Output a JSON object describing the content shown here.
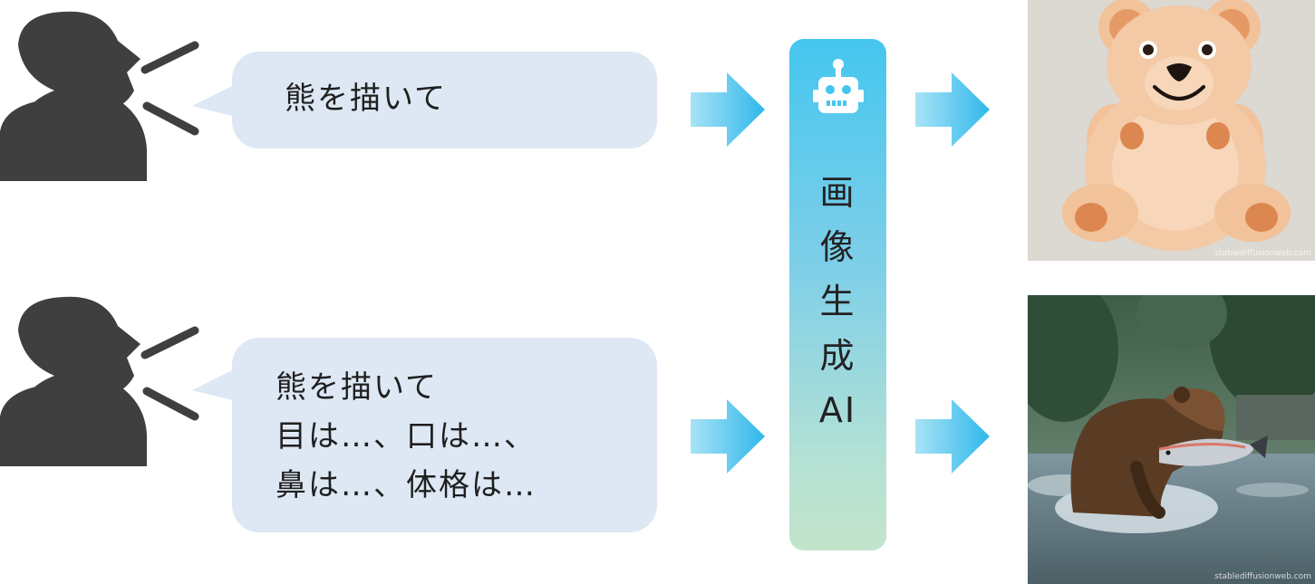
{
  "prompts": {
    "simple": "熊を描いて",
    "detailed": "熊を描いて\n目は…、口は…、\n鼻は…、体格は…"
  },
  "ai": {
    "label": "画\n像\n生\n成\nAI",
    "icon": "robot-icon",
    "gradient_top": "#45c6ef",
    "gradient_bottom": "#c3e4cb"
  },
  "images": {
    "top_watermark": "stablediffusionweb.com",
    "bottom_watermark": "stablediffusionweb.com"
  },
  "colors": {
    "person": "#3f3f3f",
    "bubble": "#dde8f4",
    "arrow_light": "#a9e3f6",
    "arrow_dark": "#2fb8ea"
  }
}
